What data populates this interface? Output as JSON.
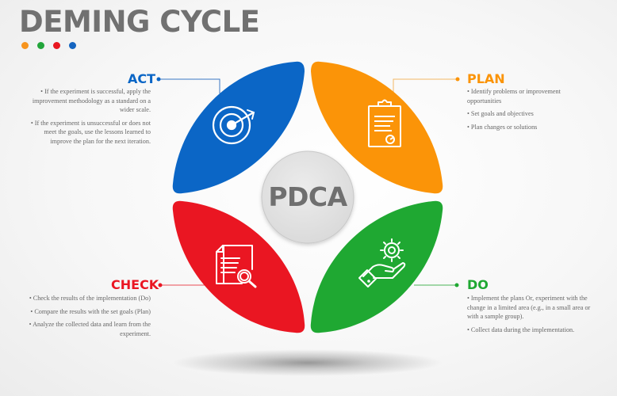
{
  "header": {
    "title": "DEMING CYCLE",
    "dots": [
      {
        "color": "#f7941d"
      },
      {
        "color": "#22a53a"
      },
      {
        "color": "#e8161f"
      },
      {
        "color": "#1565c0"
      }
    ]
  },
  "center": {
    "label": "PDCA",
    "fill": "#e2e2e2",
    "text_color": "#6f6f6f"
  },
  "phases": {
    "act": {
      "title": "ACT",
      "color": "#0b66c6",
      "icon": "target-icon",
      "bullets": [
        "• If the experiment is successful, apply the improvement methodology as a standard on a wider scale.",
        "• If the experiment is unsuccessful or does not meet the goals, use the lessons learned to improve the plan for the next iteration."
      ]
    },
    "plan": {
      "title": "PLAN",
      "color": "#fb9408",
      "icon": "clipboard-icon",
      "bullets": [
        "• Identify problems or improvement opportunities",
        "• Set goals and objectives",
        "• Plan changes or solutions"
      ]
    },
    "check": {
      "title": "CHECK",
      "color": "#ea1622",
      "icon": "document-search-icon",
      "bullets": [
        "• Check the results of the implementation (Do)",
        "• Compare the results with the set goals (Plan)",
        "• Analyze the collected data and learn from the experiment."
      ]
    },
    "do": {
      "title": "DO",
      "color": "#1fa832",
      "icon": "hand-gear-icon",
      "bullets": [
        "• Implement the plans Or, experiment with the change in a limited area (e.g., in a small area or with a sample group).",
        "• Collect data during the implementation."
      ]
    }
  }
}
